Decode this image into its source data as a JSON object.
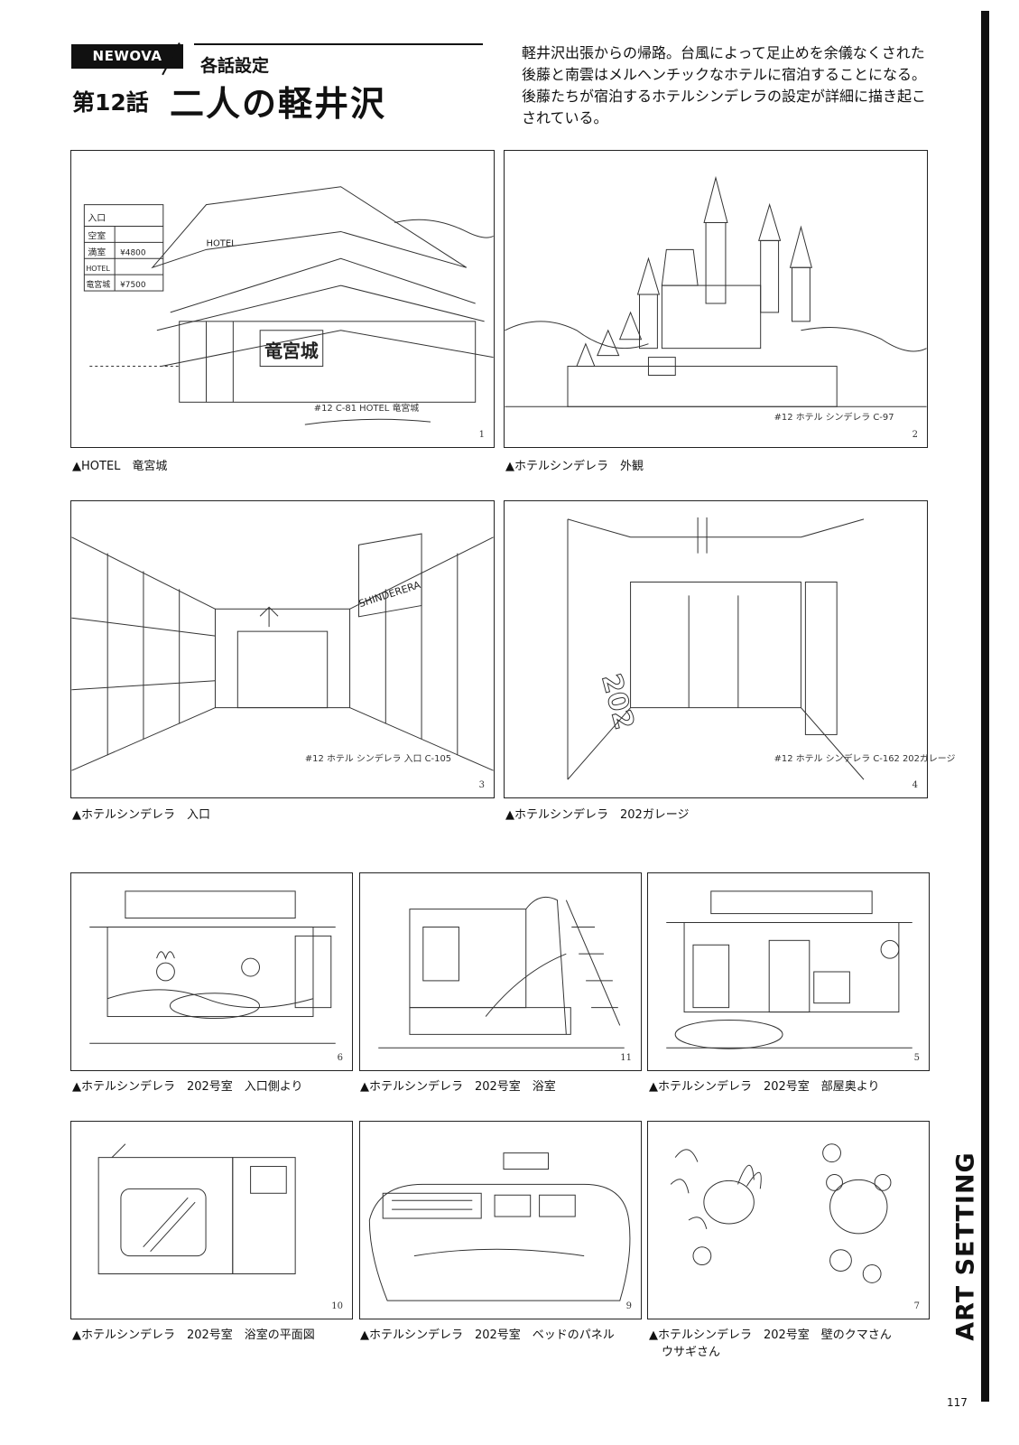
{
  "header": {
    "badge": "NEWOVA",
    "section_label": "各話設定",
    "episode_number": "第12話",
    "episode_title": "二人の軽井沢"
  },
  "intro": "軽井沢出張からの帰路。台風によって足止めを余儀なくされた後藤と南雲はメルヘンチックなホテルに宿泊することになる。後藤たちが宿泊するホテルシンデレラの設定が詳細に描き起こされている。",
  "panels": [
    {
      "num": "1",
      "caption": "▲HOTEL　竜宮城",
      "sign": "竜宮城",
      "sign_top": "HOTEL",
      "sign_box": [
        "入口",
        "空室",
        "満室",
        "HOTEL",
        "竜宮城",
        "¥4800",
        "¥7500"
      ],
      "note": "#12 C-81 HOTEL 竜宮城"
    },
    {
      "num": "2",
      "caption": "▲ホテルシンデレラ　外観",
      "note": "#12 ホテル シンデレラ C-97"
    },
    {
      "num": "3",
      "caption": "▲ホテルシンデレラ　入口",
      "sign": "SHINDERERA",
      "note": "#12 ホテル シンデレラ 入口 C-105"
    },
    {
      "num": "4",
      "caption": "▲ホテルシンデレラ　202ガレージ",
      "wall_number": "202",
      "note": "#12 ホテル シンデレラ C-162 202ガレージ"
    },
    {
      "num": "6",
      "caption": "▲ホテルシンデレラ　202号室　入口側より"
    },
    {
      "num": "11",
      "caption": "▲ホテルシンデレラ　202号室　浴室"
    },
    {
      "num": "5",
      "caption": "▲ホテルシンデレラ　202号室　部屋奥より"
    },
    {
      "num": "10",
      "caption": "▲ホテルシンデレラ　202号室　浴室の平面図"
    },
    {
      "num": "9",
      "caption": "▲ホテルシンデレラ　202号室　ベッドのパネル"
    },
    {
      "num": "7",
      "caption": "▲ホテルシンデレラ　202号室　壁のクマさん",
      "caption2": "ウサギさん"
    }
  ],
  "side_tab": "ART SETTING",
  "page_number": "117"
}
